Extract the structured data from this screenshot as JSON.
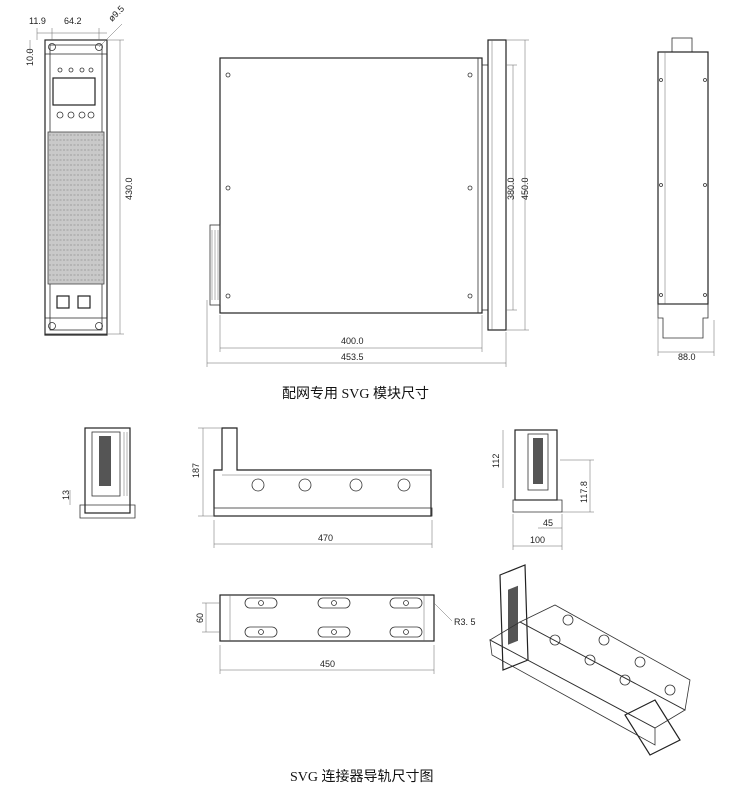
{
  "captions": {
    "top": "配网专用 SVG 模块尺寸",
    "bottom": "SVG 连接器导轨尺寸图"
  },
  "front_view": {
    "dims": {
      "a": "11.9",
      "b": "64.2",
      "c": "ø9.5",
      "d": "10.0",
      "height": "430.0"
    }
  },
  "side_view": {
    "dims": {
      "inner_w": "400.0",
      "outer_w": "453.5",
      "inner_h": "380.0",
      "outer_h": "450.0"
    }
  },
  "rear_view": {
    "dims": {
      "width": "88.0"
    }
  },
  "rail_end_left": {
    "dims": {
      "h": "13"
    }
  },
  "rail_side": {
    "dims": {
      "h": "187",
      "w": "470"
    }
  },
  "rail_end_right": {
    "dims": {
      "h1": "112",
      "h2": "117.8",
      "w1": "45",
      "w2": "100"
    }
  },
  "rail_top": {
    "dims": {
      "h": "60",
      "w": "450",
      "r": "R3. 5"
    }
  }
}
